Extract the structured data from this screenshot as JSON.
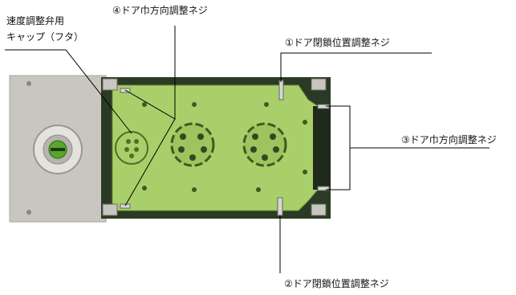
{
  "labels": {
    "valve_cap_line1": "速度調整弁用",
    "valve_cap_line2": "キャップ（フタ）",
    "screw_4": "④ドア巾方向調整ネジ",
    "screw_1": "①ドア閉鎖位置調整ネジ",
    "screw_3": "③ドア巾方向調整ネジ",
    "screw_2": "②ドア閉鎖位置調整ネジ"
  },
  "colors": {
    "board": "#a9cf6a",
    "board_dark": "#2f4a22",
    "plate": "#c9c6c1",
    "housing": "#2b3a24",
    "leader": "#000000"
  }
}
